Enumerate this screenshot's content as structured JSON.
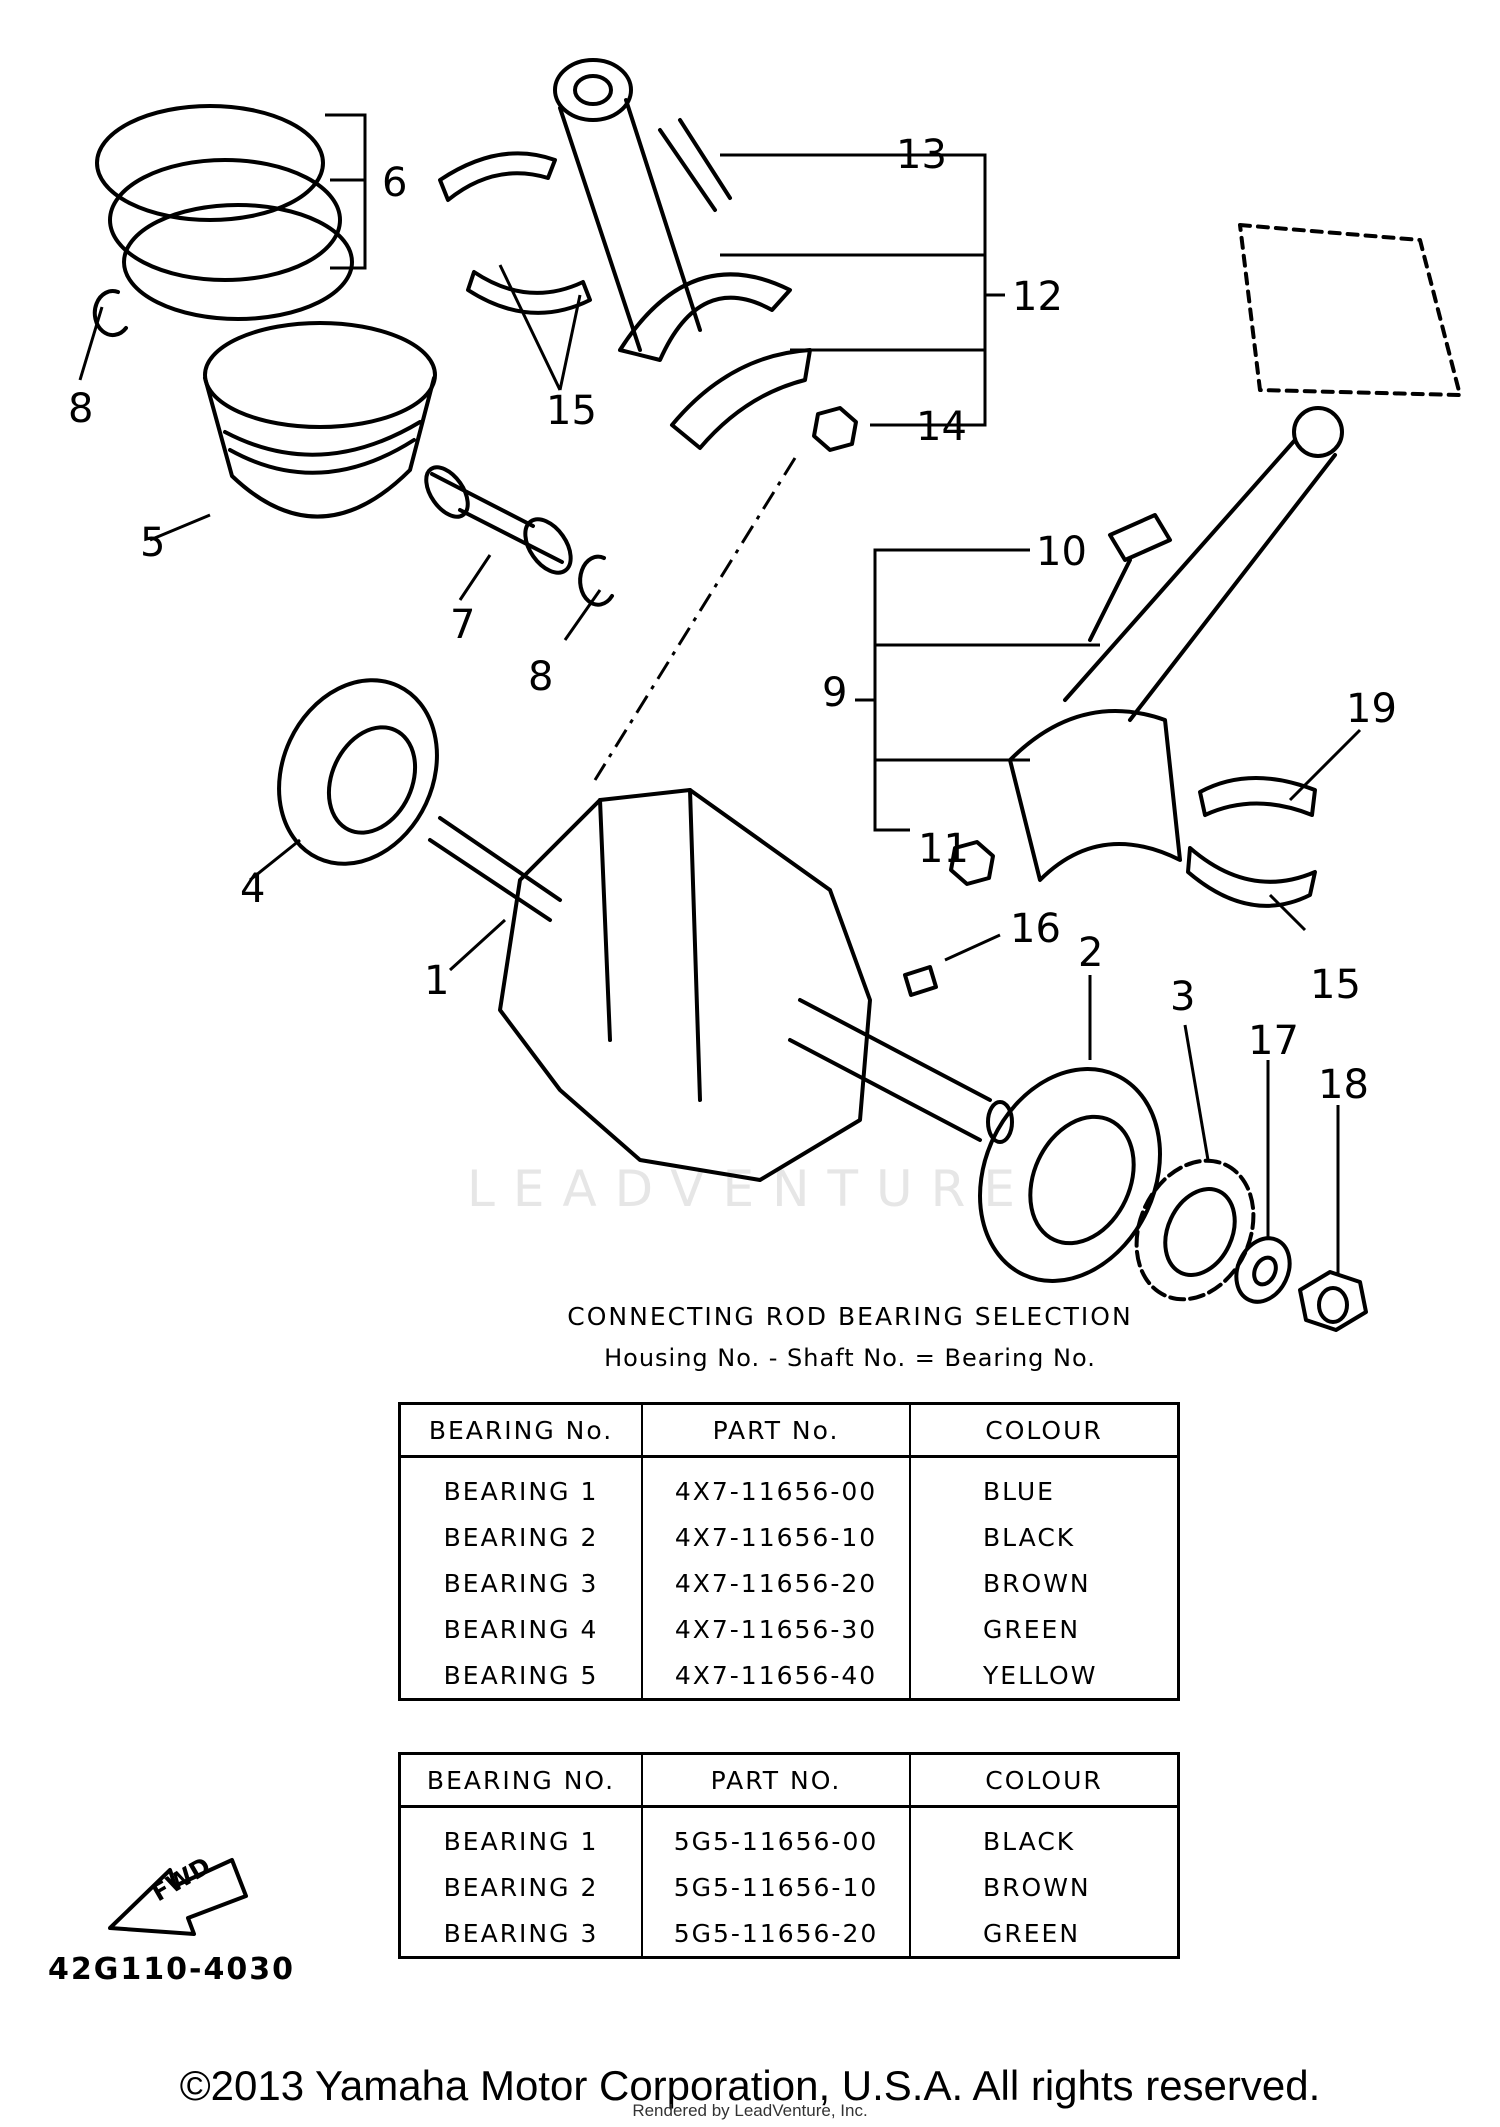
{
  "callouts": [
    "1",
    "2",
    "3",
    "4",
    "5",
    "6",
    "7",
    "8",
    "8",
    "9",
    "10",
    "11",
    "12",
    "13",
    "14",
    "15",
    "15",
    "16",
    "17",
    "18",
    "19"
  ],
  "watermark": "LEADVENTURE",
  "selection_title": "CONNECTING ROD BEARING SELECTION",
  "formula": "Housing No. - Shaft No. = Bearing No.",
  "table_1": {
    "headers": [
      "BEARING No.",
      "PART No.",
      "COLOUR"
    ],
    "rows": [
      [
        "BEARING 1",
        "4X7-11656-00",
        "BLUE"
      ],
      [
        "BEARING 2",
        "4X7-11656-10",
        "BLACK"
      ],
      [
        "BEARING 3",
        "4X7-11656-20",
        "BROWN"
      ],
      [
        "BEARING 4",
        "4X7-11656-30",
        "GREEN"
      ],
      [
        "BEARING 5",
        "4X7-11656-40",
        "YELLOW"
      ]
    ]
  },
  "table_2": {
    "headers": [
      "BEARING NO.",
      "PART NO.",
      "COLOUR"
    ],
    "rows": [
      [
        "BEARING 1",
        "5G5-11656-00",
        "BLACK"
      ],
      [
        "BEARING 2",
        "5G5-11656-10",
        "BROWN"
      ],
      [
        "BEARING 3",
        "5G5-11656-20",
        "GREEN"
      ]
    ]
  },
  "fwd_label": "FWD",
  "diagram_code": "42G110-4030",
  "copyright": "©2013 Yamaha Motor Corporation, U.S.A. All rights reserved.",
  "rendered_by": "Rendered by LeadVenture, Inc."
}
